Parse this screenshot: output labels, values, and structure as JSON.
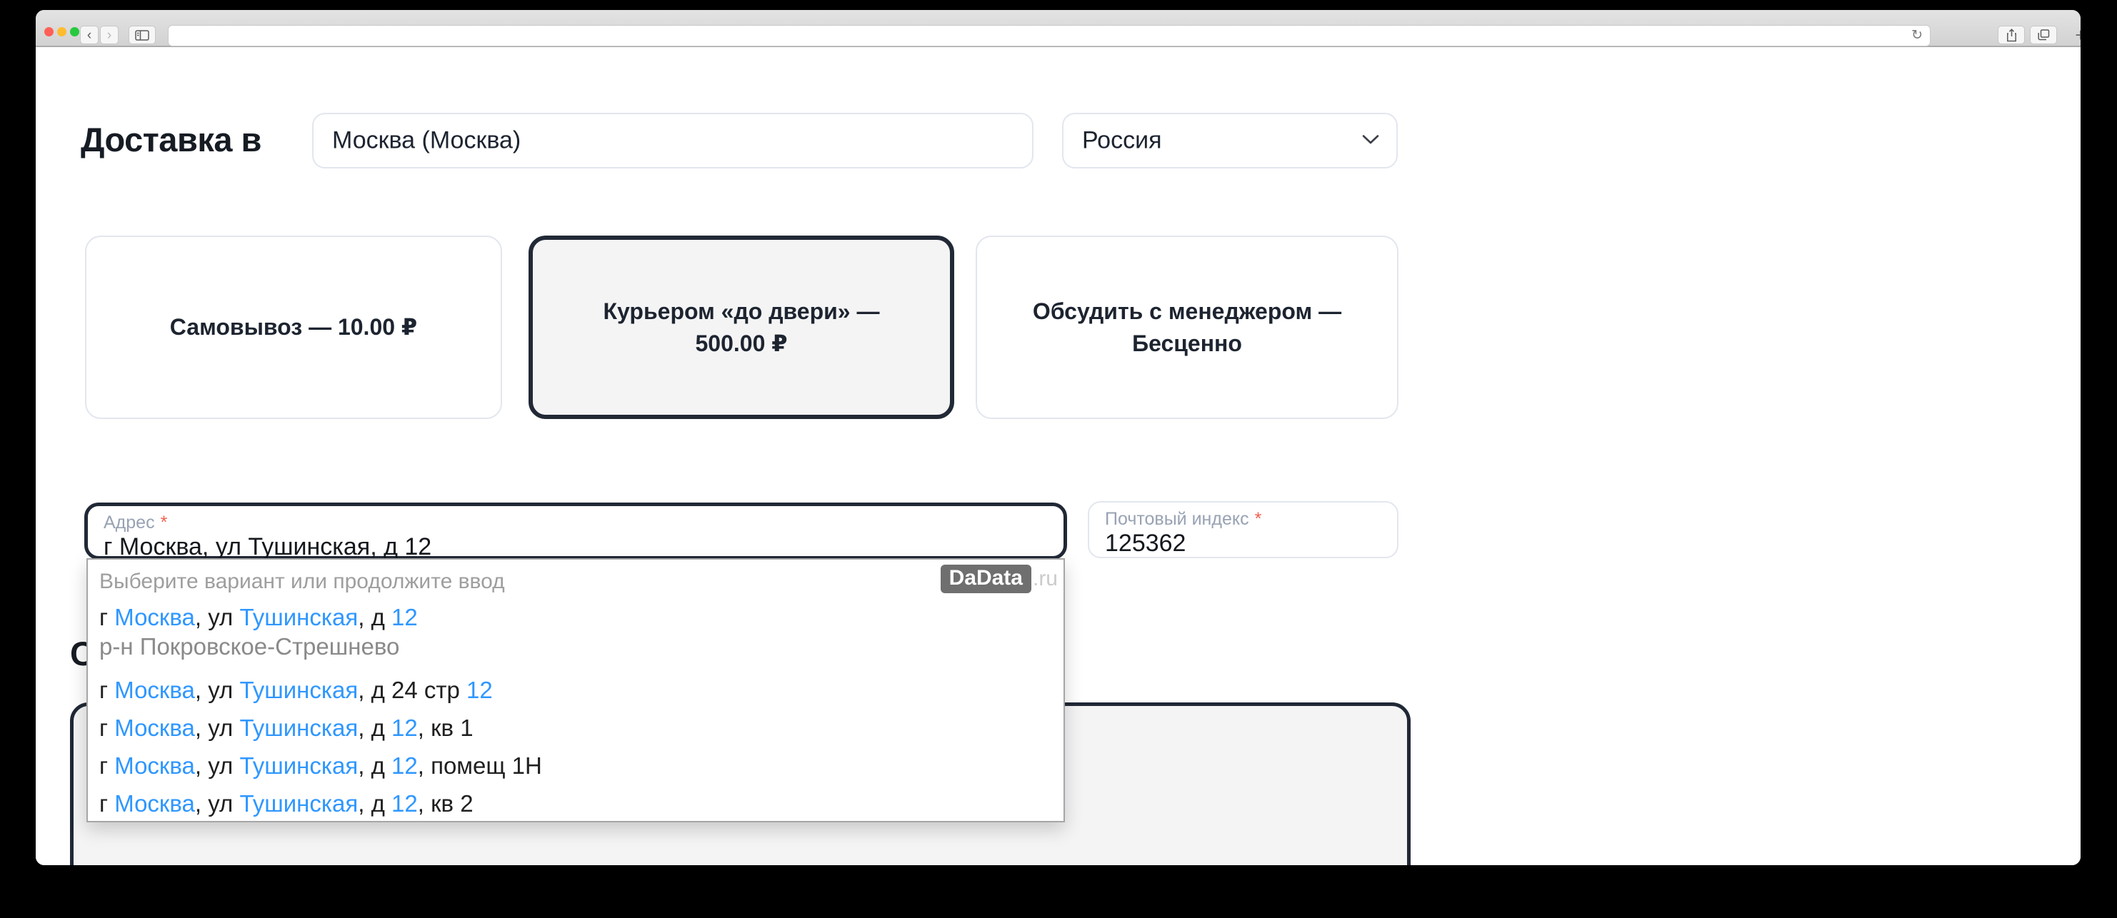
{
  "colors": {
    "accent_blue": "#2f97ff",
    "selected_border": "#222936",
    "required_red": "#f4604f",
    "brand_badge_bg": "#6f6f6f",
    "card_bg_selected": "#f4f4f5"
  },
  "chrome": {
    "back_icon": "‹",
    "forward_icon": "›",
    "url_value": "",
    "reload_icon": "↻",
    "new_tab_label": "+"
  },
  "delivery": {
    "heading": "Доставка в",
    "city_input_value": "Москва (Москва)",
    "country_select_value": "Россия",
    "options": [
      {
        "label": "Самовывоз — 10.00 ₽",
        "selected": false
      },
      {
        "label": "Курьером «до двери» — 500.00 ₽",
        "selected": true
      },
      {
        "label": "Обсудить с менеджером — Бесценно",
        "selected": false
      }
    ],
    "address": {
      "label": "Адрес",
      "required_mark": "*",
      "value": "г Москва, ул Тушинская, д 12"
    },
    "postal": {
      "label": "Почтовый индекс",
      "required_mark": "*",
      "value": "125362"
    },
    "partially_hidden_heading_visible_text": "С"
  },
  "suggest": {
    "hint": "Выберите вариант или продолжите ввод",
    "brand_name": "DaData",
    "brand_suffix": ".ru",
    "items": [
      {
        "parts": [
          {
            "text": "г ",
            "hl": false
          },
          {
            "text": "Москва",
            "hl": true
          },
          {
            "text": ", ул ",
            "hl": false
          },
          {
            "text": "Тушинская",
            "hl": true
          },
          {
            "text": ", д ",
            "hl": false
          },
          {
            "text": "12",
            "hl": true
          }
        ],
        "secondary": "р-н Покровское-Стрешнево"
      },
      {
        "parts": [
          {
            "text": "г ",
            "hl": false
          },
          {
            "text": "Москва",
            "hl": true
          },
          {
            "text": ", ул ",
            "hl": false
          },
          {
            "text": "Тушинская",
            "hl": true
          },
          {
            "text": ", д 24 стр ",
            "hl": false
          },
          {
            "text": "12",
            "hl": true
          }
        ],
        "secondary": ""
      },
      {
        "parts": [
          {
            "text": "г ",
            "hl": false
          },
          {
            "text": "Москва",
            "hl": true
          },
          {
            "text": ", ул ",
            "hl": false
          },
          {
            "text": "Тушинская",
            "hl": true
          },
          {
            "text": ", д ",
            "hl": false
          },
          {
            "text": "12",
            "hl": true
          },
          {
            "text": ", кв 1",
            "hl": false
          }
        ],
        "secondary": ""
      },
      {
        "parts": [
          {
            "text": "г ",
            "hl": false
          },
          {
            "text": "Москва",
            "hl": true
          },
          {
            "text": ", ул ",
            "hl": false
          },
          {
            "text": "Тушинская",
            "hl": true
          },
          {
            "text": ", д ",
            "hl": false
          },
          {
            "text": "12",
            "hl": true
          },
          {
            "text": ", помещ 1Н",
            "hl": false
          }
        ],
        "secondary": ""
      },
      {
        "parts": [
          {
            "text": "г ",
            "hl": false
          },
          {
            "text": "Москва",
            "hl": true
          },
          {
            "text": ", ул ",
            "hl": false
          },
          {
            "text": "Тушинская",
            "hl": true
          },
          {
            "text": ", д ",
            "hl": false
          },
          {
            "text": "12",
            "hl": true
          },
          {
            "text": ", кв 2",
            "hl": false
          }
        ],
        "secondary": ""
      }
    ]
  }
}
